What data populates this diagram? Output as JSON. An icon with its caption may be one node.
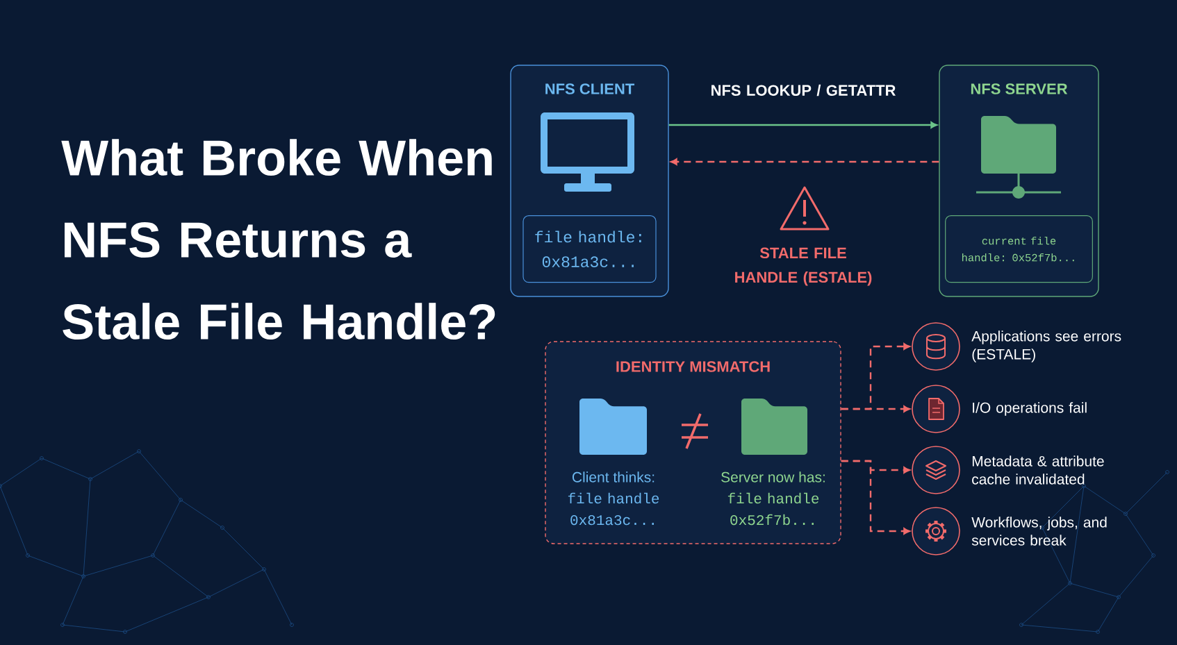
{
  "diagram": {
    "title": "What Broke When NFS Returns a Stale File Handle?",
    "nodes": [
      {
        "text": [
          "NFS CLIENT"
        ]
      },
      {
        "text": [
          "file handle: 0x81a3c..."
        ],
        "in": 0
      },
      {
        "text": [
          "NFS SERVER"
        ]
      },
      {
        "text": [
          "current file handle: 0x52f7b..."
        ],
        "in": 2
      },
      {
        "text": [
          "IDENTITY MISMATCH"
        ]
      },
      {
        "text": [],
        "shape": "circle",
        "beside": [
          "Applications see errors (ESTALE)"
        ]
      },
      {
        "text": [],
        "shape": "circle",
        "beside": [
          "I/O operations fail"
        ]
      },
      {
        "text": [],
        "shape": "circle",
        "beside": [
          "Metadata & attribute cache invalidated"
        ]
      },
      {
        "text": [],
        "shape": "circle",
        "beside": [
          "Workflows, jobs, and services break"
        ]
      }
    ],
    "edges": [
      {
        "from": 0,
        "to": 2,
        "arrow": "to",
        "label": "NFS LOOKUP / GETATTR",
        "color": "#6cc58a"
      },
      {
        "from": 2,
        "to": 0,
        "arrow": "to",
        "style": "dashed"
      },
      {
        "from": 4,
        "to": 5,
        "arrow": "to",
        "style": "dashed"
      },
      {
        "from": 4,
        "to": 6,
        "arrow": "to",
        "style": "dashed"
      },
      {
        "from": 4,
        "to": 7,
        "arrow": "to",
        "style": "dashed"
      },
      {
        "from": 4,
        "to": 8,
        "arrow": "to",
        "style": "dashed"
      }
    ],
    "labels": [
      "STALE FILE HANDLE (ESTALE)",
      "Client thinks:",
      "file handle 0x81a3c...",
      "Server now has:",
      "file handle 0x52f7b..."
    ]
  }
}
